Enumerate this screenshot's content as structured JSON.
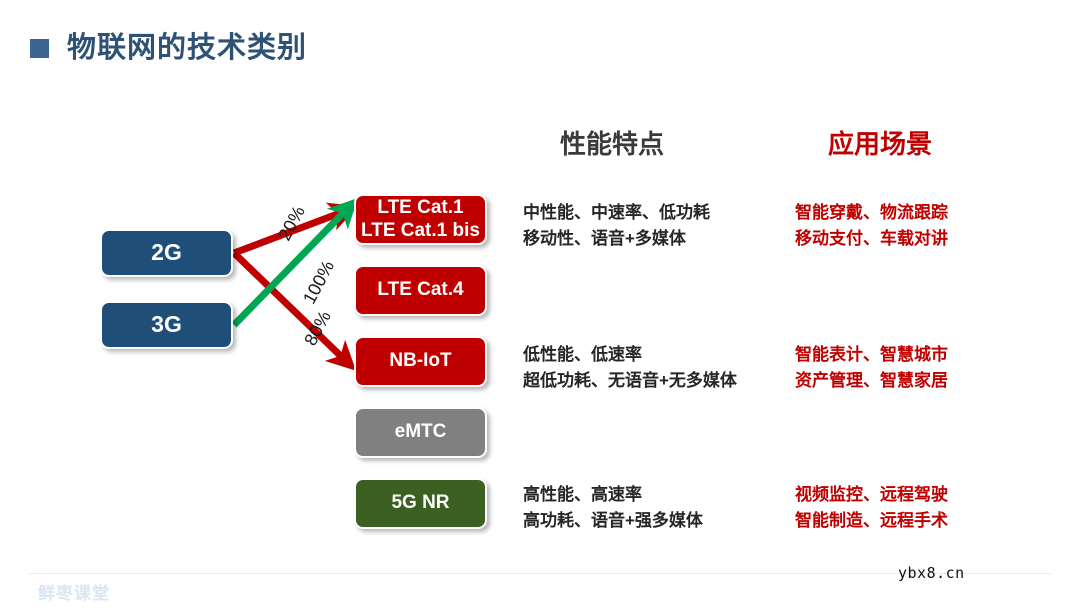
{
  "slide": {
    "title": "物联网的技术类别",
    "bullet_color": "#3B6490",
    "title_color": "#2E5276"
  },
  "headers": {
    "performance": "性能特点",
    "application": "应用场景",
    "performance_color": "#3A3A3A",
    "application_color": "#C00000"
  },
  "generations": [
    {
      "id": "2g",
      "label": "2G",
      "color": "#1F4E79"
    },
    {
      "id": "3g",
      "label": "3G",
      "color": "#1F4E79"
    }
  ],
  "technologies": [
    {
      "id": "lte-cat1",
      "label_line1": "LTE Cat.1",
      "label_line2": "LTE Cat.1 bis",
      "color": "#C00000"
    },
    {
      "id": "lte-cat4",
      "label_line1": "LTE Cat.4",
      "label_line2": "",
      "color": "#C00000"
    },
    {
      "id": "nbiot",
      "label_line1": "NB-IoT",
      "label_line2": "",
      "color": "#C00000"
    },
    {
      "id": "emtc",
      "label_line1": "eMTC",
      "label_line2": "",
      "color": "#808080"
    },
    {
      "id": "5gnr",
      "label_line1": "5G NR",
      "label_line2": "",
      "color": "#3C5F22"
    }
  ],
  "arrows": [
    {
      "id": "arrow-2g-cat1",
      "from": "2G",
      "to": "LTE Cat.1",
      "label": "20%",
      "color": "#C00000"
    },
    {
      "id": "arrow-3g-cat1",
      "from": "3G",
      "to": "LTE Cat.1",
      "label": "100%",
      "color": "#00A651"
    },
    {
      "id": "arrow-2g-nbiot",
      "from": "2G",
      "to": "NB-IoT",
      "label": "80%",
      "color": "#C00000"
    }
  ],
  "rows": [
    {
      "tech": "LTE Cat.1",
      "performance_line1": "中性能、中速率、低功耗",
      "performance_line2": "移动性、语音+多媒体",
      "application_line1": "智能穿戴、物流跟踪",
      "application_line2": "移动支付、车载对讲"
    },
    {
      "tech": "NB-IoT",
      "performance_line1": "低性能、低速率",
      "performance_line2": "超低功耗、无语音+无多媒体",
      "application_line1": "智能表计、智慧城市",
      "application_line2": "资产管理、智慧家居"
    },
    {
      "tech": "5G NR",
      "performance_line1": "高性能、高速率",
      "performance_line2": "高功耗、语音+强多媒体",
      "application_line1": "视频监控、远程驾驶",
      "application_line2": "智能制造、远程手术"
    }
  ],
  "footer": {
    "brand": "鲜枣课堂",
    "watermark": "ybx8.cn"
  }
}
